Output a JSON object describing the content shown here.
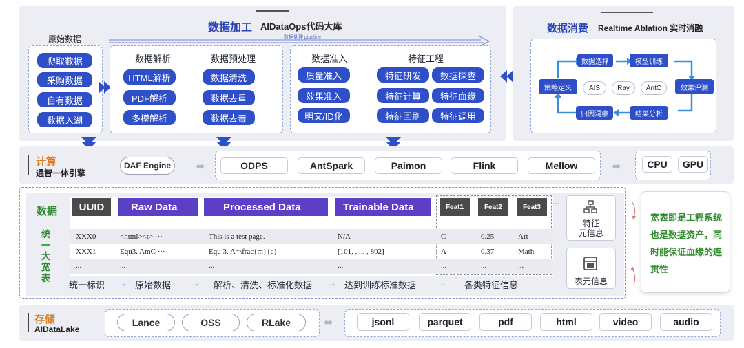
{
  "processing": {
    "title": "数据加工",
    "subtitle": "AIDataOps代码大库",
    "pipeline_label": "数据处理 pipeline",
    "raw": {
      "label": "原始数据",
      "items": [
        "爬取数据",
        "采购数据",
        "自有数据",
        "数据入湖"
      ]
    },
    "parse": {
      "label": "数据解析",
      "items": [
        "HTML解析",
        "PDF解析",
        "多模解析"
      ]
    },
    "preprocess": {
      "label": "数据预处理",
      "items": [
        "数据清洗",
        "数据去重",
        "数据去毒"
      ]
    },
    "admission": {
      "label": "数据准入",
      "items": [
        "质量准入",
        "效果准入",
        "明文/ID化"
      ]
    },
    "feature": {
      "label": "特征工程",
      "items": [
        "特征研发",
        "特征计算",
        "特征回刷",
        "数据探查",
        "特征血缘",
        "特征调用"
      ]
    }
  },
  "consumption": {
    "title": "数据消费",
    "subtitle": "Realtime Ablation 实时消融",
    "nodes": {
      "select": "数据选择",
      "train": "模型训练",
      "strategy": "策略定义",
      "eval": "效果评测",
      "attribution": "归因洞察",
      "analysis": "结果分析"
    },
    "rings": [
      "AIS",
      "Ray",
      "AntC"
    ]
  },
  "compute": {
    "title": "计算",
    "subtitle": "通智一体引擎",
    "daf": "DAF Engine",
    "engines": [
      "ODPS",
      "AntSpark",
      "Paimon",
      "Flink",
      "Mellow"
    ],
    "hardware": [
      "CPU",
      "GPU"
    ]
  },
  "widetable": {
    "side_title": "数据",
    "side_vertical": [
      "统",
      "一",
      "大",
      "宽",
      "表"
    ],
    "headers": {
      "uuid": "UUID",
      "raw": "Raw Data",
      "processed": "Processed Data",
      "trainable": "Trainable Data",
      "feats": [
        "Feat1",
        "Feat2",
        "Feat3"
      ],
      "more": "..."
    },
    "rows": [
      [
        "XXX0",
        "<html><t> ···",
        "This is a test page.",
        "N/A",
        "C",
        "0.25",
        "Art"
      ],
      [
        "XXX1",
        "Equ3. AmC ···",
        "Equ 3. A=\\frac{m}{c}",
        "[101, , ... , 802]",
        "A",
        "0.37",
        "Math"
      ],
      [
        "...",
        "...",
        "...",
        "...",
        "...",
        "...",
        "..."
      ]
    ],
    "legend": [
      "统一标识",
      "原始数据",
      "解析、清洗、标准化数据",
      "达到训练标准数据",
      "各类特征信息"
    ],
    "feature_meta": "特征\n元信息",
    "table_meta": "表元信息",
    "callout": "宽表即是工程系统也是数据资产，同时能保证血缘的连贯性"
  },
  "storage": {
    "title": "存储",
    "subtitle": "AIDataLake",
    "stores": [
      "Lance",
      "OSS",
      "RLake"
    ],
    "formats": [
      "jsonl",
      "parquet",
      "pdf",
      "html",
      "video",
      "audio"
    ]
  },
  "colors": {
    "accent": "#2f4fc9",
    "purple": "#5b3fc4",
    "dark": "#4a4a4a",
    "green": "#2e8b2e",
    "orange": "#e07a1f"
  }
}
